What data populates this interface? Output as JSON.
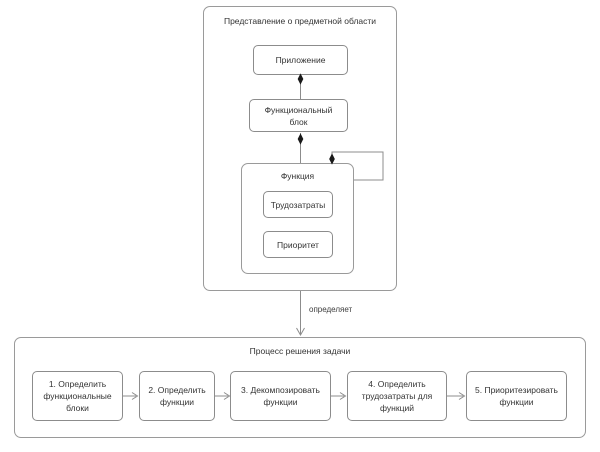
{
  "diagram": {
    "type": "uml-domain-model",
    "background": "#ffffff",
    "stroke_color": "#8c8c8c",
    "text_color": "#333333",
    "marker_color": "#1a1a1a"
  },
  "domain_package": {
    "title": "Представление о предметной области",
    "nodes": {
      "application": "Приложение",
      "functional_block": "Функциональный\nблок",
      "function_package_title": "Функция",
      "labor_costs": "Трудозатраты",
      "priority": "Приоритет"
    }
  },
  "connector_label": {
    "defines": "определяет"
  },
  "process_package": {
    "title": "Процесс решения задачи",
    "steps": [
      {
        "index": "1.",
        "label": "1. Определить\nфункциональные\nблоки"
      },
      {
        "index": "2.",
        "label": "2. Определить\nфункции"
      },
      {
        "index": "3.",
        "label": "3. Декомпозировать\nфункции"
      },
      {
        "index": "4.",
        "label": "4. Определить\nтрудозатраты для\nфункций"
      },
      {
        "index": "5.",
        "label": "5. Приоритезировать\nфункции"
      }
    ]
  }
}
